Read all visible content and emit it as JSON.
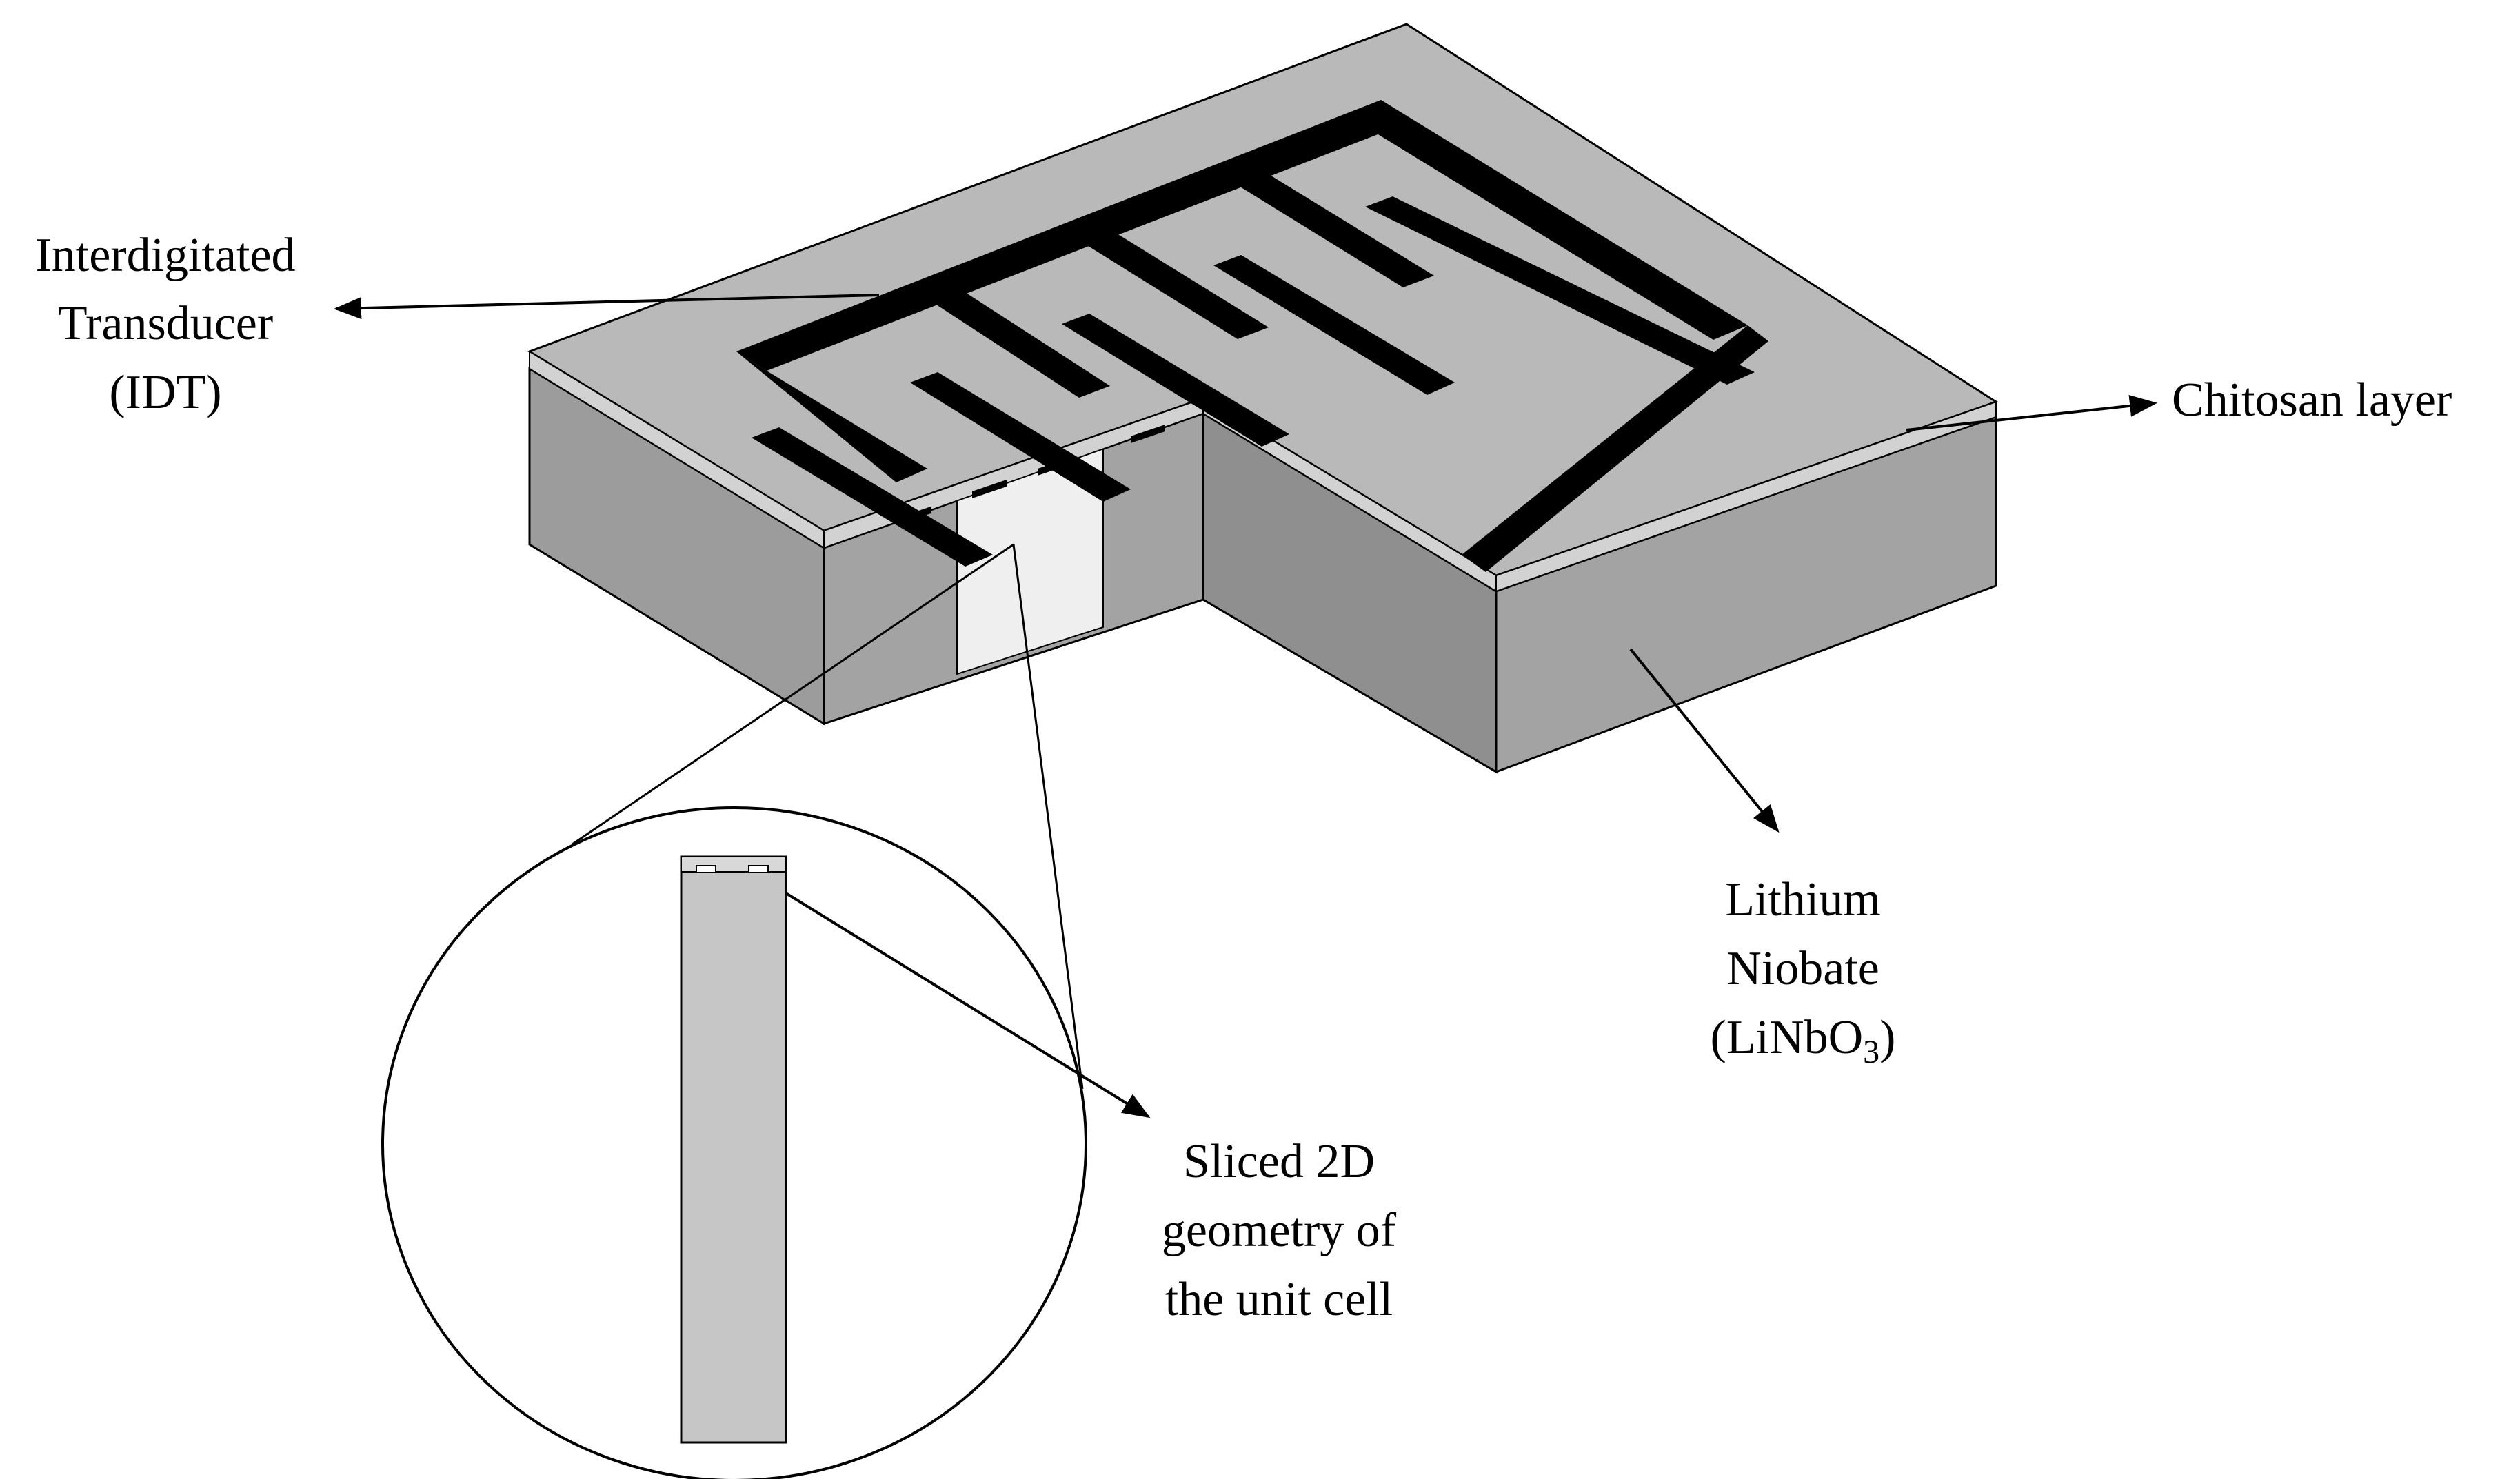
{
  "colors": {
    "top_face": "#b9b9b9",
    "front_face": "#9c9c9c",
    "dark_face": "#8d8d8d",
    "chitosan_band": "#c9c9c9",
    "slice_face": "#efefef",
    "electrode": "#000000",
    "line": "#000000",
    "inset_bar": "#c6c6c6"
  },
  "labels": {
    "idt": {
      "line1": "Interdigitated",
      "line2": "Transducer",
      "line3": "(IDT)"
    },
    "chitosan": "Chitosan layer",
    "linbo3": {
      "line1": "Lithium",
      "line2": "Niobate",
      "line3_prefix": "(LiNbO",
      "line3_sub": "3",
      "line3_suffix": ")"
    },
    "slice": {
      "line1": "Sliced 2D",
      "line2": "geometry of",
      "line3": "the unit cell"
    }
  }
}
